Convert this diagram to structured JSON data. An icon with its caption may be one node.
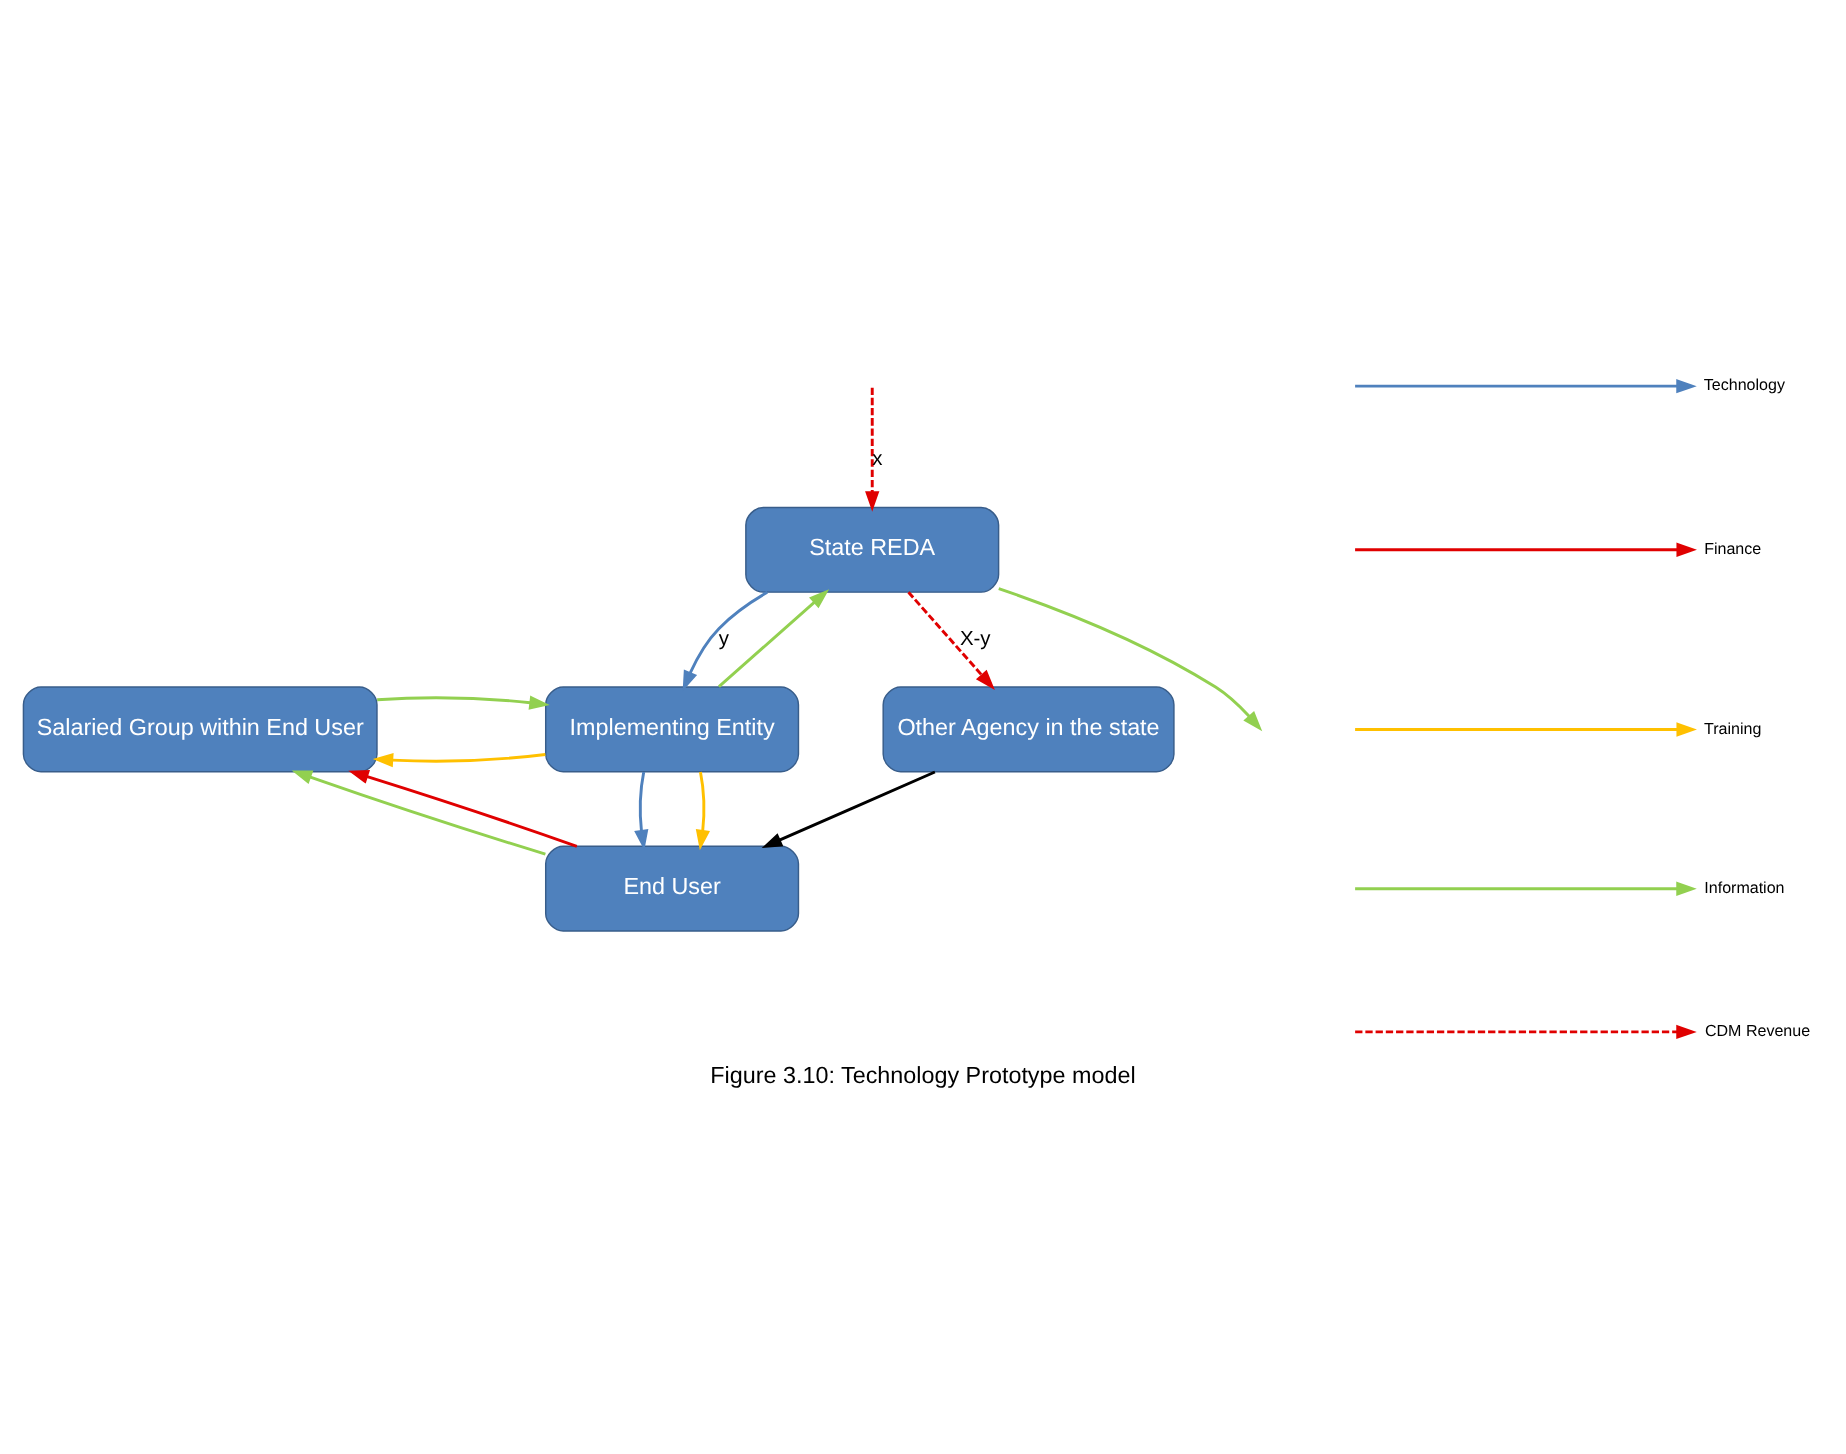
{
  "diagram": {
    "caption": "Figure 3.10: Technology Prototype model",
    "nodes": [
      {
        "text": [
          "State REDA"
        ]
      },
      {
        "text": [
          "Implementing Entity"
        ]
      },
      {
        "text": [
          "Other Agency in the state"
        ]
      },
      {
        "text": [
          "Salaried Group within End User"
        ]
      },
      {
        "text": [
          "End User"
        ]
      }
    ],
    "edges": [
      {
        "from": 0,
        "to": null,
        "arrow": "to",
        "color": "#92d050"
      },
      {
        "from": null,
        "to": 0,
        "arrow": "to",
        "style": "dashed",
        "color": "#e00000",
        "label": "x"
      },
      {
        "from": 0,
        "to": 2,
        "arrow": "to",
        "style": "dashed",
        "color": "#e00000",
        "label": "X-y"
      },
      {
        "from": 0,
        "to": 1,
        "arrow": "to",
        "color": "#4f81bd",
        "label": "y"
      },
      {
        "from": 1,
        "to": 0,
        "arrow": "to",
        "color": "#92d050"
      },
      {
        "from": 1,
        "to": 3,
        "arrow": "to",
        "color": "#ffc000"
      },
      {
        "from": 3,
        "to": 1,
        "arrow": "to",
        "color": "#92d050"
      },
      {
        "from": 1,
        "to": 4,
        "arrow": "to",
        "color": "#4f81bd"
      },
      {
        "from": 1,
        "to": 4,
        "arrow": "to",
        "color": "#ffc000"
      },
      {
        "from": 2,
        "to": 4,
        "arrow": "to",
        "color": "#000000"
      },
      {
        "from": 4,
        "to": 3,
        "arrow": "to",
        "color": "#92d050"
      },
      {
        "from": 4,
        "to": 3,
        "arrow": "to",
        "color": "#e00000"
      }
    ],
    "legend": [
      {
        "text": "Technology",
        "color": "#4f81bd"
      },
      {
        "text": "Finance",
        "color": "#e00000"
      },
      {
        "text": "Training",
        "color": "#ffc000"
      },
      {
        "text": "Information",
        "color": "#92d050"
      },
      {
        "text": "CDM Revenue",
        "color": "#e00000"
      }
    ]
  }
}
